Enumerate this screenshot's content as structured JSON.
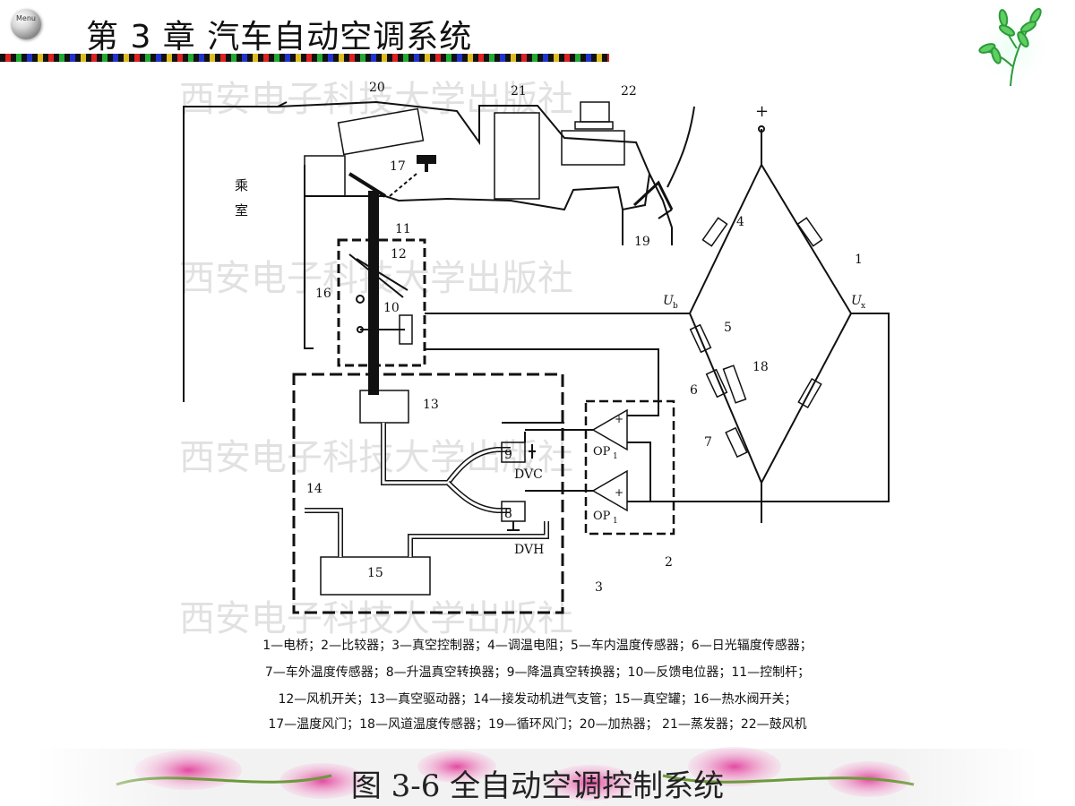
{
  "header": {
    "menu_label": "Menu",
    "chapter_title": "第 3 章  汽车自动空调系统"
  },
  "watermark": "西安电子科技大学出版社",
  "diagram": {
    "labels": {
      "n1": "1",
      "n2": "2",
      "n3": "3",
      "n4": "4",
      "n5": "5",
      "n6": "6",
      "n7": "7",
      "n8": "8",
      "n9": "9",
      "n10": "10",
      "n11": "11",
      "n12": "12",
      "n13": "13",
      "n14": "14",
      "n15": "15",
      "n16": "16",
      "n17": "17",
      "n18": "18",
      "n19": "19",
      "n20": "20",
      "n21": "21",
      "n22": "22",
      "cabin_top": "乘",
      "cabin_bottom": "室",
      "plus": "+",
      "ub": "U",
      "ub_sub": "b",
      "ux": "U",
      "ux_sub": "x",
      "dvc": "DVC",
      "dvh": "DVH",
      "op_upper": "OP",
      "op_upper_sub": "1",
      "op_lower": "OP",
      "op_lower_sub": "1",
      "op_plus_upper": "+",
      "op_plus_lower": "+"
    },
    "legend": [
      "1—电桥；2—比较器；3—真空控制器；4—调温电阻；5—车内温度传感器；6—日光辐度传感器；",
      "7—车外温度传感器；8—升温真空转换器；9—降温真空转换器；10—反馈电位器；11—控制杆；",
      "12—风机开关；13—真空驱动器；14—接发动机进气支管；15—真空罐；16—热水阀开关；",
      "17—温度风门；18—风道温度传感器；19—循环风门；20—加热器；  21—蒸发器；22—鼓风机"
    ]
  },
  "caption": "图 3-6   全自动空调控制系统"
}
